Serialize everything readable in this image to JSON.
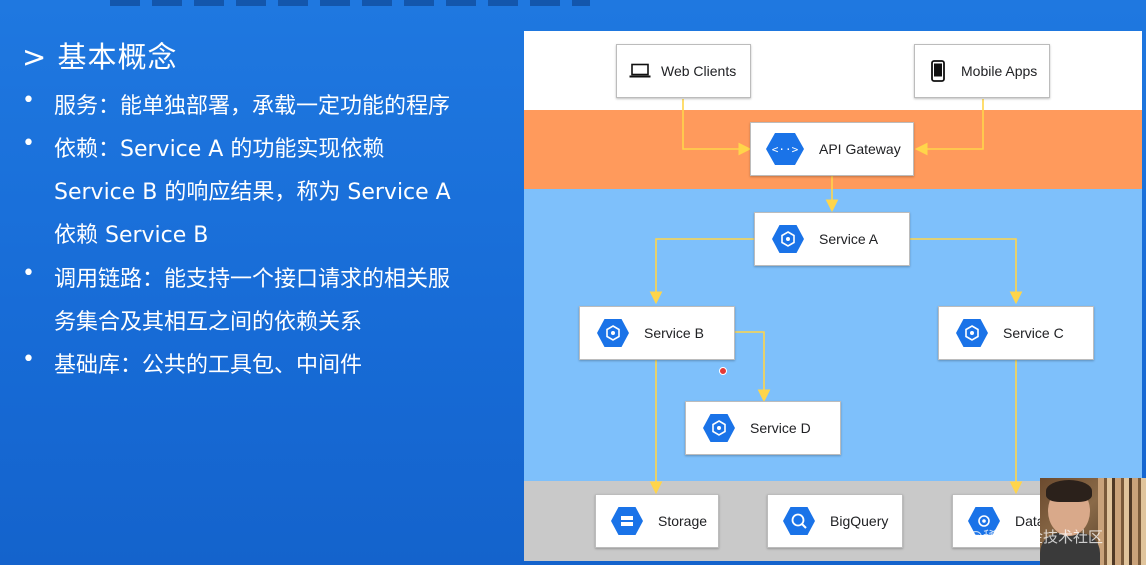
{
  "slide": {
    "heading": "> 基本概念",
    "bullet_symbol": "•",
    "bullets": [
      {
        "lines": [
          "服务：能单独部署，承载一定功能的程序"
        ]
      },
      {
        "lines": [
          "依赖：Service A 的功能实现依赖",
          "Service B 的响应结果，称为 Service A",
          "依赖 Service B"
        ]
      },
      {
        "lines": [
          "调用链路：能支持一个接口请求的相关服",
          "务集合及其相互之间的依赖关系"
        ]
      },
      {
        "lines": [
          "基础库：公共的工具包、中间件"
        ]
      }
    ]
  },
  "diagram": {
    "colors": {
      "client_band": "#ffffff",
      "gateway_band": "#ff9a5c",
      "service_band": "#7ec0fb",
      "storage_band": "#c9c9c9",
      "arrow": "#ffd54a",
      "hex_icon": "#1a73e8"
    },
    "nodes": {
      "web_clients": {
        "label": "Web Clients",
        "icon": "laptop-icon"
      },
      "mobile_apps": {
        "label": "Mobile Apps",
        "icon": "mobile-phone-icon"
      },
      "api_gateway": {
        "label": "API Gateway",
        "icon": "api-gateway-icon"
      },
      "service_a": {
        "label": "Service A",
        "icon": "service-hex-icon"
      },
      "service_b": {
        "label": "Service B",
        "icon": "service-hex-icon"
      },
      "service_c": {
        "label": "Service C",
        "icon": "service-hex-icon"
      },
      "service_d": {
        "label": "Service D",
        "icon": "service-hex-icon"
      },
      "storage": {
        "label": "Storage",
        "icon": "storage-icon"
      },
      "bigquery": {
        "label": "BigQuery",
        "icon": "bigquery-icon"
      },
      "datastore": {
        "label": "Data",
        "icon": "datastore-icon"
      }
    }
  },
  "overlay": {
    "watermark": "@稀土掘金技术社区",
    "webcam": "presenter-webcam"
  }
}
